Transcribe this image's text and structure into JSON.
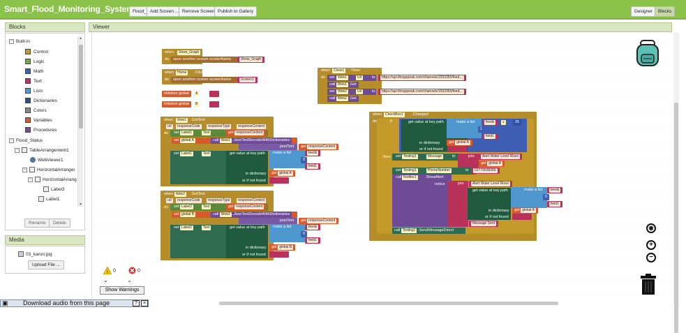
{
  "header": {
    "app_title": "Smart_Flood_Monitoring_System",
    "screen_select": "Flood_Status",
    "add_screen": "Add Screen ...",
    "remove_screen": "Remove Screen",
    "publish": "Publish to Gallery",
    "designer": "Designer",
    "blocks": "Blocks",
    "brand_color": "#8bc34a"
  },
  "blocks_panel": {
    "title": "Blocks",
    "builtin_label": "Built-in",
    "builtin": [
      {
        "label": "Control",
        "color": "#c49a2a"
      },
      {
        "label": "Logic",
        "color": "#7aa84a"
      },
      {
        "label": "Math",
        "color": "#3f5fb5"
      },
      {
        "label": "Text",
        "color": "#b8325b"
      },
      {
        "label": "Lists",
        "color": "#4f98cf"
      },
      {
        "label": "Dictionaries",
        "color": "#2e4e8a"
      },
      {
        "label": "Colors",
        "color": "#888888"
      },
      {
        "label": "Variables",
        "color": "#d65b2c"
      },
      {
        "label": "Procedures",
        "color": "#7a4a9a"
      }
    ],
    "screen_label": "Flood_Status",
    "components": [
      "TableArrangement1",
      "WebViewer1",
      "HorizontalArranger",
      "HorizontalArrang",
      "Label3",
      "Label1"
    ],
    "rename": "Rename",
    "delete": "Delete"
  },
  "media_panel": {
    "title": "Media",
    "file": "03_karun.jpg",
    "upload": "Upload File ..."
  },
  "viewer": {
    "title": "Viewer",
    "warnings_count": "0",
    "errors_count": "0",
    "show_warnings": "Show Warnings"
  },
  "code": {
    "when": "when",
    "do": "do",
    "set": "set",
    "call": "call",
    "to": "to",
    "get": "get",
    "then": "then",
    "if": "if",
    "b1_comp": "Show_Graph",
    "b1_event": ".Click",
    "b1_action": "open another screen  screenName",
    "b1_value": "Show_Graph",
    "b2_comp": "Home",
    "b2_event": ".Click",
    "b2_value": "Screen1",
    "init_global": "initialize global",
    "var_a": "A",
    "var_b": "B",
    "b5_comp": "Web1",
    "b5_event": ".GotText",
    "url": "url",
    "responseCode": "responseCode",
    "responseType": "responseType",
    "responseContent": "responseContent",
    "set_global_a": "global A",
    "set_global_b": "global B",
    "label1": "Label1",
    "label2": "Label2",
    "text_prop": "Text",
    "json_decode": ".JsonTextDecodeWithDictionaries",
    "jsonText": "jsonText",
    "get_value": "get value at key path",
    "make_list": "make a list",
    "feeds": "feeds",
    "field1": "field1",
    "in_dictionary": "in dictionary",
    "if_not_found": "or if not found",
    "b6_comp": "Web2",
    "clock_comp": "Clock1",
    "clock_event": ".Timer",
    "url_label": "Url",
    "url_value": "https://api.thingspeak.com/channels/1553350/feed...",
    "web1_get": "Web1",
    "web2_get": "Web2",
    "get_method": ".Get",
    "check_comp": "CheckBox1",
    "check_event": ".Changed",
    "gt": "≥",
    "threshold": "25",
    "texting1": "Texting1",
    "message": "Message",
    "phone": "PhoneNumber",
    "join": "join",
    "alert_text": "Alert Water Level Rises",
    "phone_value": "01770638289",
    "notifier": "Notifier1",
    "show_alert": ".ShowAlert",
    "notice": "notice",
    "alert_text2": "Alert Water Level Rises",
    "msg_sent": "Message Sent",
    "send_msg": ".SendMessageDirect",
    "zero": "0",
    "one": "1"
  }
}
